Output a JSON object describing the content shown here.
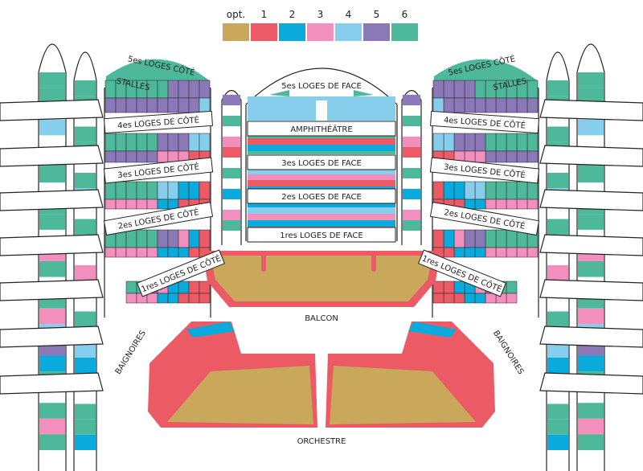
{
  "colors": {
    "opt": "#c9a85c",
    "1": "#ec5a66",
    "2": "#0aabdc",
    "3": "#f28fbd",
    "4": "#87cdec",
    "5": "#8a78b7",
    "6": "#4db89a",
    "w": "#ffffff"
  },
  "legend": [
    {
      "key": "opt",
      "label": "opt."
    },
    {
      "key": "1",
      "label": "1"
    },
    {
      "key": "2",
      "label": "2"
    },
    {
      "key": "3",
      "label": "3"
    },
    {
      "key": "4",
      "label": "4"
    },
    {
      "key": "5",
      "label": "5"
    },
    {
      "key": "6",
      "label": "6"
    }
  ],
  "labels": {
    "left": {
      "loges5": "5es LOGES CÔTÉ",
      "stalles": "STALLES",
      "loges4": "4es LOGES DE CÔTÉ",
      "loges3": "3es LOGES DE CÔTÉ",
      "loges2": "2es LOGES DE CÔTÉ",
      "loges1": "1res LOGES DE CÔTÉ",
      "baignoires": "BAIGNOIRES"
    },
    "right": {
      "loges5": "5es LOGES CÔTÉ",
      "stalles": "STALLES",
      "loges4": "4es LOGES DE CÔTÉ",
      "loges3": "3es LOGES DE CÔTÉ",
      "loges2": "2es LOGES DE CÔTÉ",
      "loges1": "1res LOGES DE CÔTÉ",
      "baignoires": "BAIGNOIRES"
    },
    "face": {
      "loges5": "5es LOGES DE FACE",
      "amphi": "AMPHITHÉÂTRE",
      "loges3": "3es LOGES DE FACE",
      "loges2": "2es LOGES DE FACE",
      "loges1": "1res LOGES DE FACE"
    },
    "balcon": "BALCON",
    "orchestre": "ORCHESTRE"
  },
  "sections": {
    "left_panel": [
      "6666665555",
      "5555555554",
      "6666655544",
      "5555533311",
      "6666644221",
      "3333322111",
      "6666655321",
      "3333322211",
      "ww66532211",
      "ww33322111"
    ],
    "face": [
      "4",
      "6",
      "1",
      "2",
      "6",
      "4",
      "3",
      "1",
      "2",
      "2",
      "4",
      "3",
      "2",
      "1"
    ],
    "left_outer_a": [
      "6",
      "6",
      "w",
      "4",
      "w",
      "6",
      "6",
      "w",
      "6",
      "6",
      "w",
      "3",
      "6",
      "w",
      "6",
      "3",
      "4",
      "5",
      "2",
      "6",
      "w",
      "6",
      "3",
      "6"
    ],
    "left_outer_b": [
      "6",
      "6",
      "w",
      "6",
      "6",
      "w",
      "6",
      "4",
      "w",
      "6",
      "6",
      "w",
      "3",
      "6",
      "w",
      "6",
      "3",
      "4",
      "2",
      "5",
      "w",
      "6",
      "6",
      "2"
    ],
    "left_mini": [
      "5",
      "w",
      "6",
      "w",
      "3",
      "1",
      "w",
      "6",
      "w",
      "2",
      "w",
      "3",
      "6",
      "w"
    ]
  }
}
